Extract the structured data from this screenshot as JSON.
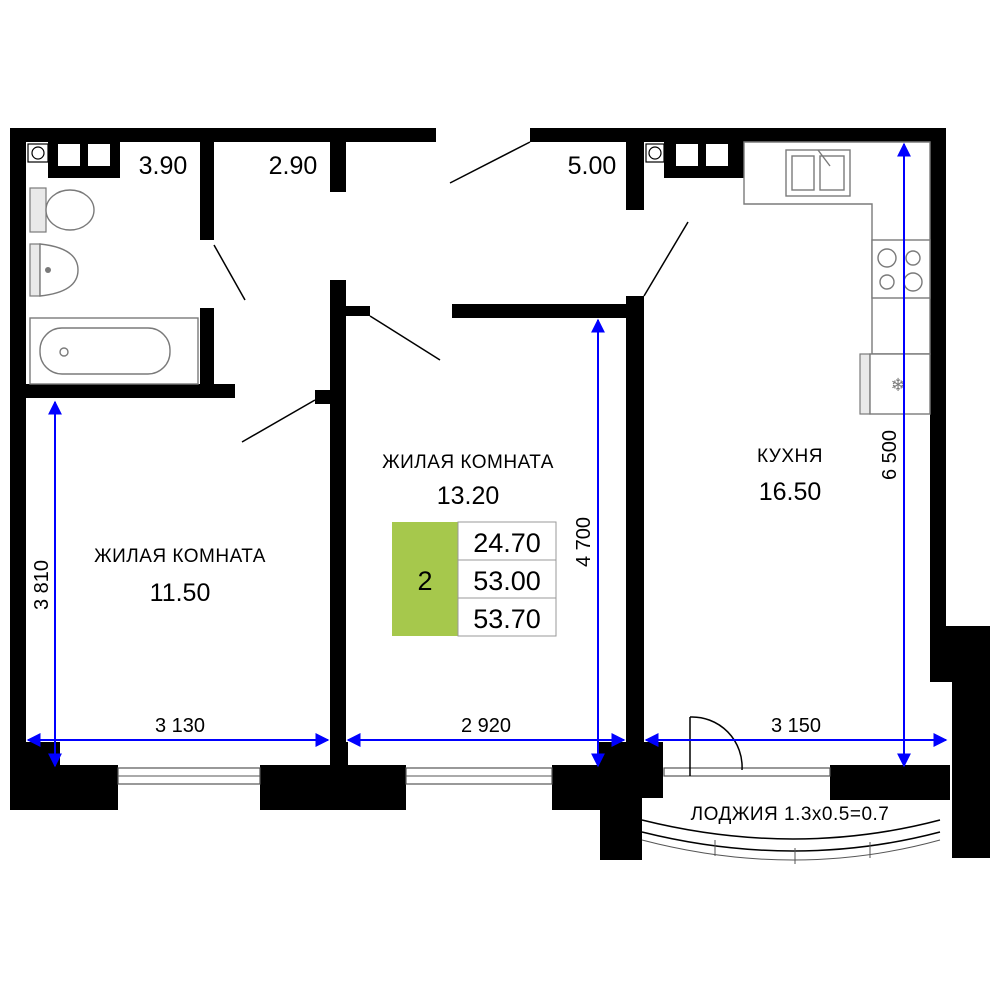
{
  "rooms": {
    "bathroom_area": "3.90",
    "hall_area": "2.90",
    "corridor_area": "5.00",
    "room1_name": "ЖИЛАЯ КОМНАТА",
    "room1_area": "11.50",
    "room2_name": "ЖИЛАЯ КОМНАТА",
    "room2_area": "13.20",
    "kitchen_name": "КУХНЯ",
    "kitchen_area": "16.50",
    "loggia_label": "ЛОДЖИЯ 1.3x0.5=0.7"
  },
  "dimensions": {
    "room1_width": "3 130",
    "room2_width": "2 920",
    "kitchen_width": "3 150",
    "room1_depth": "3 810",
    "room2_depth": "4 700",
    "kitchen_depth": "6 500"
  },
  "summary": {
    "rooms_count": "2",
    "living_area": "24.70",
    "total_area": "53.00",
    "total_with_loggia": "53.70"
  },
  "colors": {
    "wall": "#000000",
    "dimension": "#0000ff",
    "badge": "#a6c84c"
  },
  "icons": [
    "toilet-icon",
    "sink-icon",
    "bathtub-icon",
    "kitchen-sink-icon",
    "stove-icon",
    "fridge-icon"
  ]
}
